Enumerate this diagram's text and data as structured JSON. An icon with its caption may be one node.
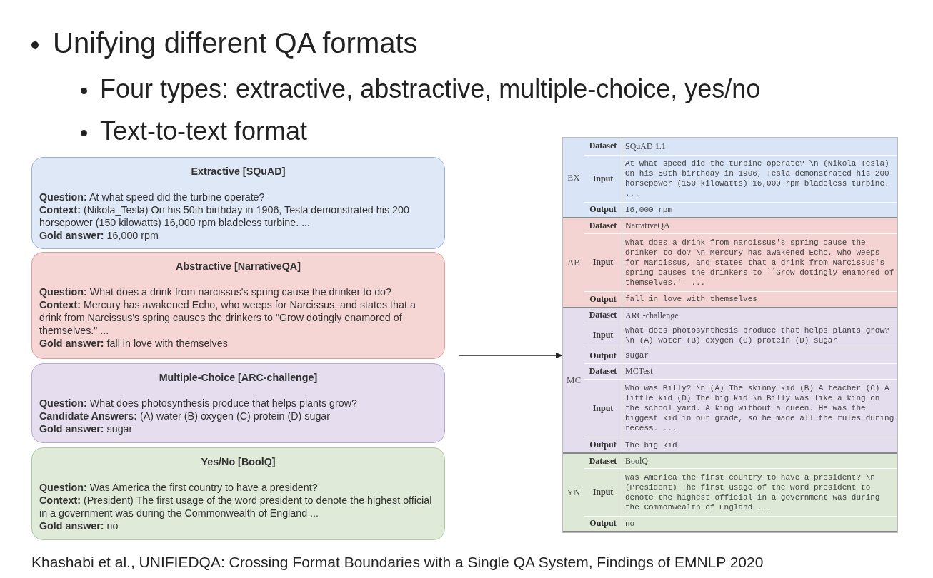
{
  "diagram": {
    "title": "Unifying different QA formats",
    "nodes": [
      {
        "text": [
          "Extractive [SQuAD]",
          "**Question:** At what speed did the turbine operate?",
          "**Context:** (Nikola_Tesla) On his 50th birthday in 1906, Tesla demonstrated his 200 horsepower (150 kilowatts) 16,000 rpm bladeless turbine. ...",
          "**Gold answer:** 16,000 rpm"
        ]
      },
      {
        "text": [
          "Abstractive [NarrativeQA]",
          "**Question:** What does a drink from narcissus's spring cause the drinker to do?",
          "**Context:** Mercury has awakened Echo, who weeps for Narcissus, and states that a drink from Narcissus's spring causes the drinkers to \"Grow dotingly enamored of themselves.\" ...",
          "**Gold answer:** fall in love with themselves"
        ]
      },
      {
        "text": [
          "Multiple-Choice [ARC-challenge]",
          "**Question:** What does photosynthesis produce that helps plants grow?",
          "**Candidate Answers:** (A) water (B) oxygen (C) protein (D) sugar",
          "**Gold answer:** sugar"
        ]
      },
      {
        "text": [
          "Yes/No [BoolQ]",
          "**Question:** Was America the first country to have a president?",
          "**Context:** (President) The first usage of the word president to denote the highest official in a government was during the Commonwealth of England ...",
          "**Gold answer:** no"
        ]
      },
      {
        "text": [],
        "shape": "box"
      }
    ],
    "edges": [
      {
        "from": null,
        "to": 4,
        "arrow": "to"
      }
    ],
    "labels": [
      "Four types: extractive, abstractive, multiple-choice, yes/no",
      "Text-to-text format",
      "EX",
      "Dataset",
      "SQuAD 1.1",
      "Input",
      "At what speed did the turbine operate? \\n (Nikola_Tesla) On his 50th birthday in 1906, Tesla demonstrated his 200 horsepower (150 kilowatts) 16,000 rpm bladeless turbine. ...",
      "Output",
      "16,000 rpm",
      "AB",
      "Dataset",
      "NarrativeQA",
      "Input",
      "What does a drink from narcissus's spring cause the drinker to do?  \\n  Mercury has awakened Echo, who weeps for Narcissus, and states that a drink from Narcissus's spring causes the drinkers to ``Grow dotingly enamored of themselves.'' ...",
      "Output",
      "fall in love with themselves",
      "MC",
      "Dataset",
      "ARC-challenge",
      "Input",
      "What does photosynthesis produce that helps plants grow? \\n (A) water (B) oxygen (C) protein (D) sugar",
      "Output",
      "sugar",
      "Dataset",
      "MCTest",
      "Input",
      "Who was Billy? \\n (A) The skinny kid (B) A teacher (C) A little kid (D) The big kid \\n Billy was like a king on the school yard. A king without a queen. He was the biggest kid in our grade, so he made all the rules during recess. ...",
      "Output",
      "The big kid",
      "YN",
      "Dataset",
      "BoolQ",
      "Input",
      "Was America the first country to have a president? \\n (President) The first usage of the word president to denote the highest official in a government was during the Commonwealth of England ...",
      "Output",
      "no",
      "Khashabi et al., UNIFIEDQA: Crossing Format Boundaries with a Single QA System, Findings of EMNLP 2020"
    ]
  }
}
